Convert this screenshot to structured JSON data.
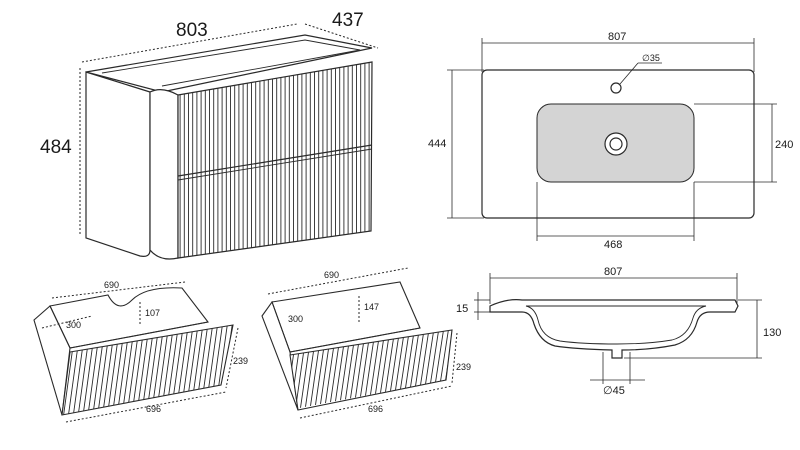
{
  "cabinet": {
    "width": "803",
    "depth": "437",
    "height": "484"
  },
  "sink_top": {
    "width": "807",
    "depth": "444",
    "tap_hole": "∅35",
    "basin_depth": "240",
    "basin_width": "468"
  },
  "sink_profile": {
    "width": "807",
    "rim": "15",
    "height": "130",
    "drain": "∅45"
  },
  "drawer_upper": {
    "inner_width": "690",
    "depth": "300",
    "cutout": "107",
    "front_width": "696",
    "front_height": "239"
  },
  "drawer_lower": {
    "inner_width": "690",
    "depth": "300",
    "cutout": "147",
    "front_width": "696",
    "front_height": "239"
  },
  "colors": {
    "line": "#2a2a2a",
    "basin_fill": "#d4d4d4",
    "background": "#ffffff"
  }
}
